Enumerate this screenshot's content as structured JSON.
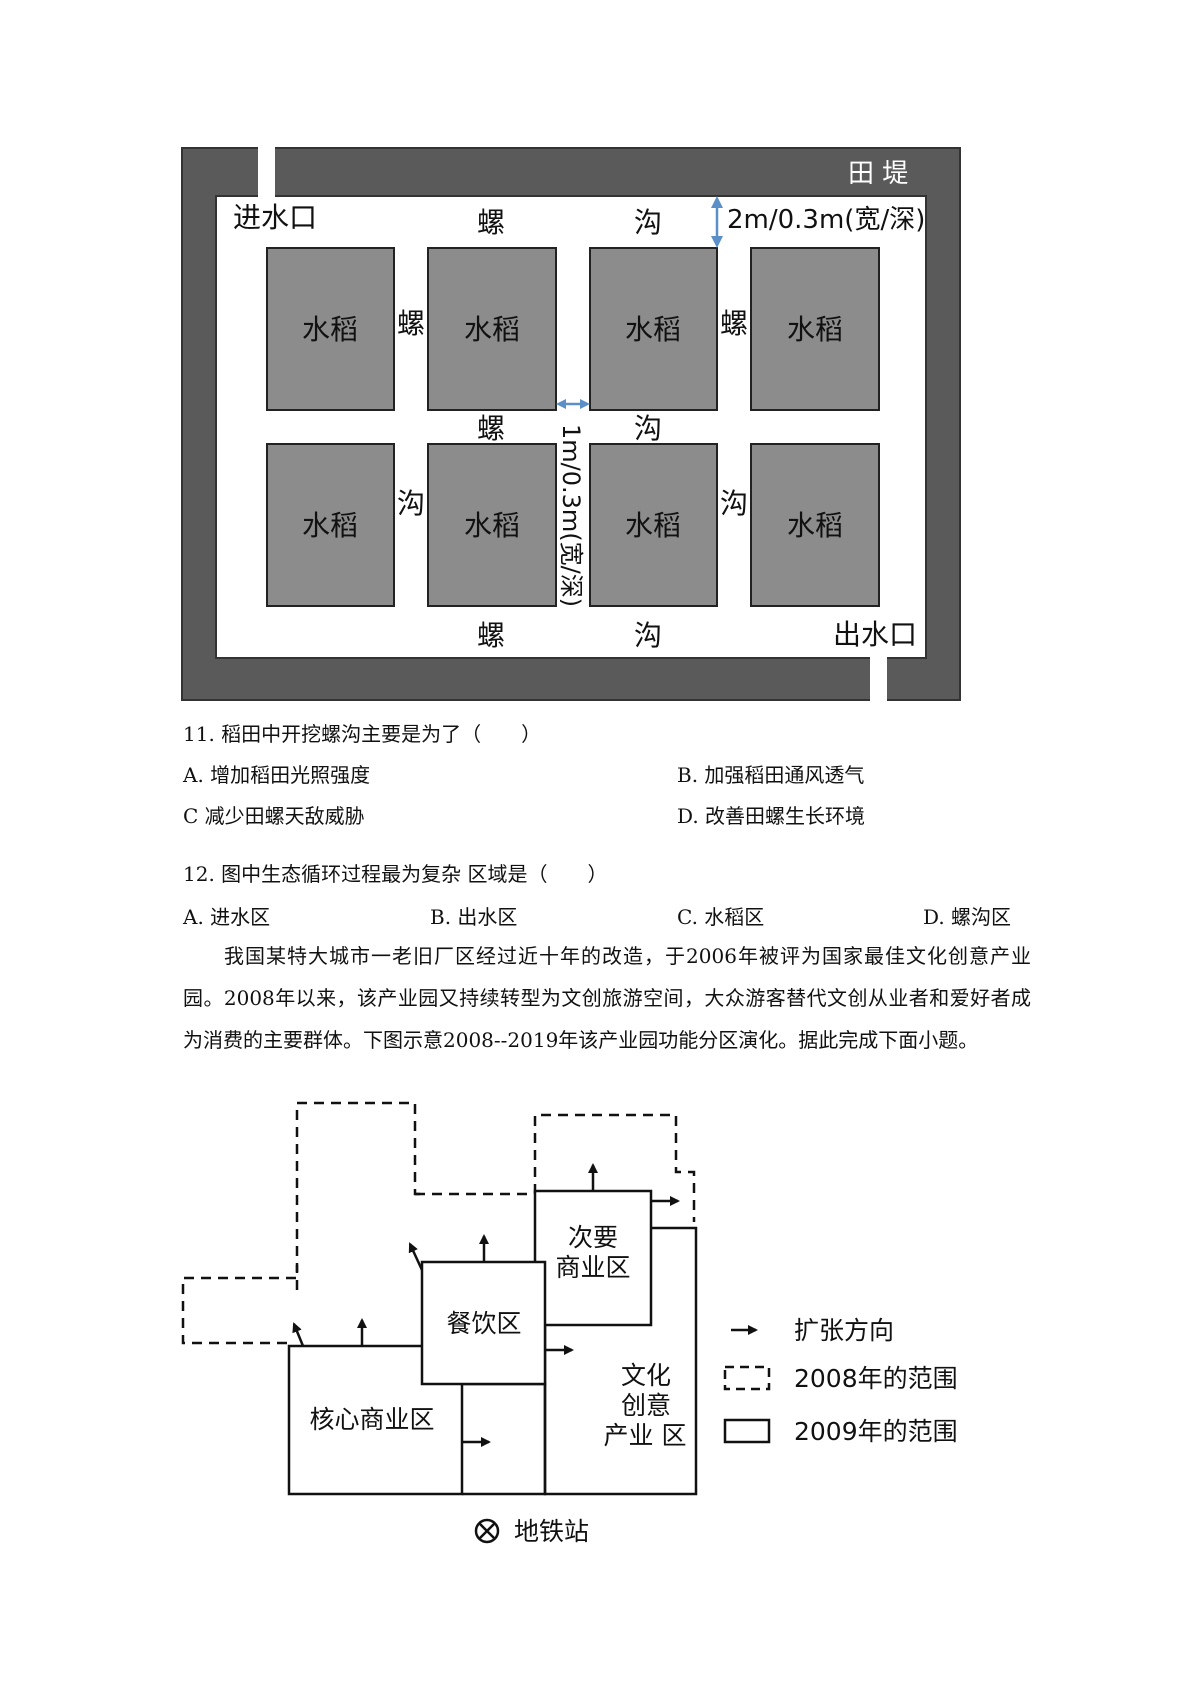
{
  "figure1": {
    "field_bank_label": "田 堤",
    "inlet_label": "进水口",
    "outlet_label": "出水口",
    "rice_label": "水稻",
    "ditch_char_1": "螺",
    "ditch_char_2": "沟",
    "outer_ditch_dim": "2m/0.3m(宽/深)",
    "inner_ditch_dim": "1m/0.3m(宽/深)"
  },
  "questions": [
    {
      "stem": "11.  稻田中开挖螺沟主要是为了（　　）",
      "options": [
        "A.  增加稻田光照强度",
        "B.  加强稻田通风透气",
        "C  减少田螺天敌威胁",
        "D.  改善田螺生长环境"
      ]
    },
    {
      "stem": "12.  图中生态循环过程最为复杂  区域是（　　）",
      "options": [
        "A.  进水区",
        "B.  出水区",
        "C.  水稻区",
        "D.  螺沟区"
      ]
    }
  ],
  "passage": "我国某特大城市一老旧厂区经过近十年的改造，于2006年被评为国家最佳文化创意产业园。2008年以来，该产业园又持续转型为文创旅游空间，大众游客替代文创从业者和爱好者成为消费的主要群体。下图示意2008--2019年该产业园功能分区演化。据此完成下面小题。",
  "figure2": {
    "zone_food": "餐饮区",
    "zone_secondary_line1": "次要",
    "zone_secondary_line2": "商业区",
    "zone_core": "核心商业区",
    "zone_culture_line1": "文化",
    "zone_culture_line2": "创意",
    "zone_culture_line3": "产业 区",
    "legend_expand": "扩张方向",
    "legend_2008": "2008年的范围",
    "legend_2009": "2009年的范围",
    "metro_label": "地铁站"
  }
}
